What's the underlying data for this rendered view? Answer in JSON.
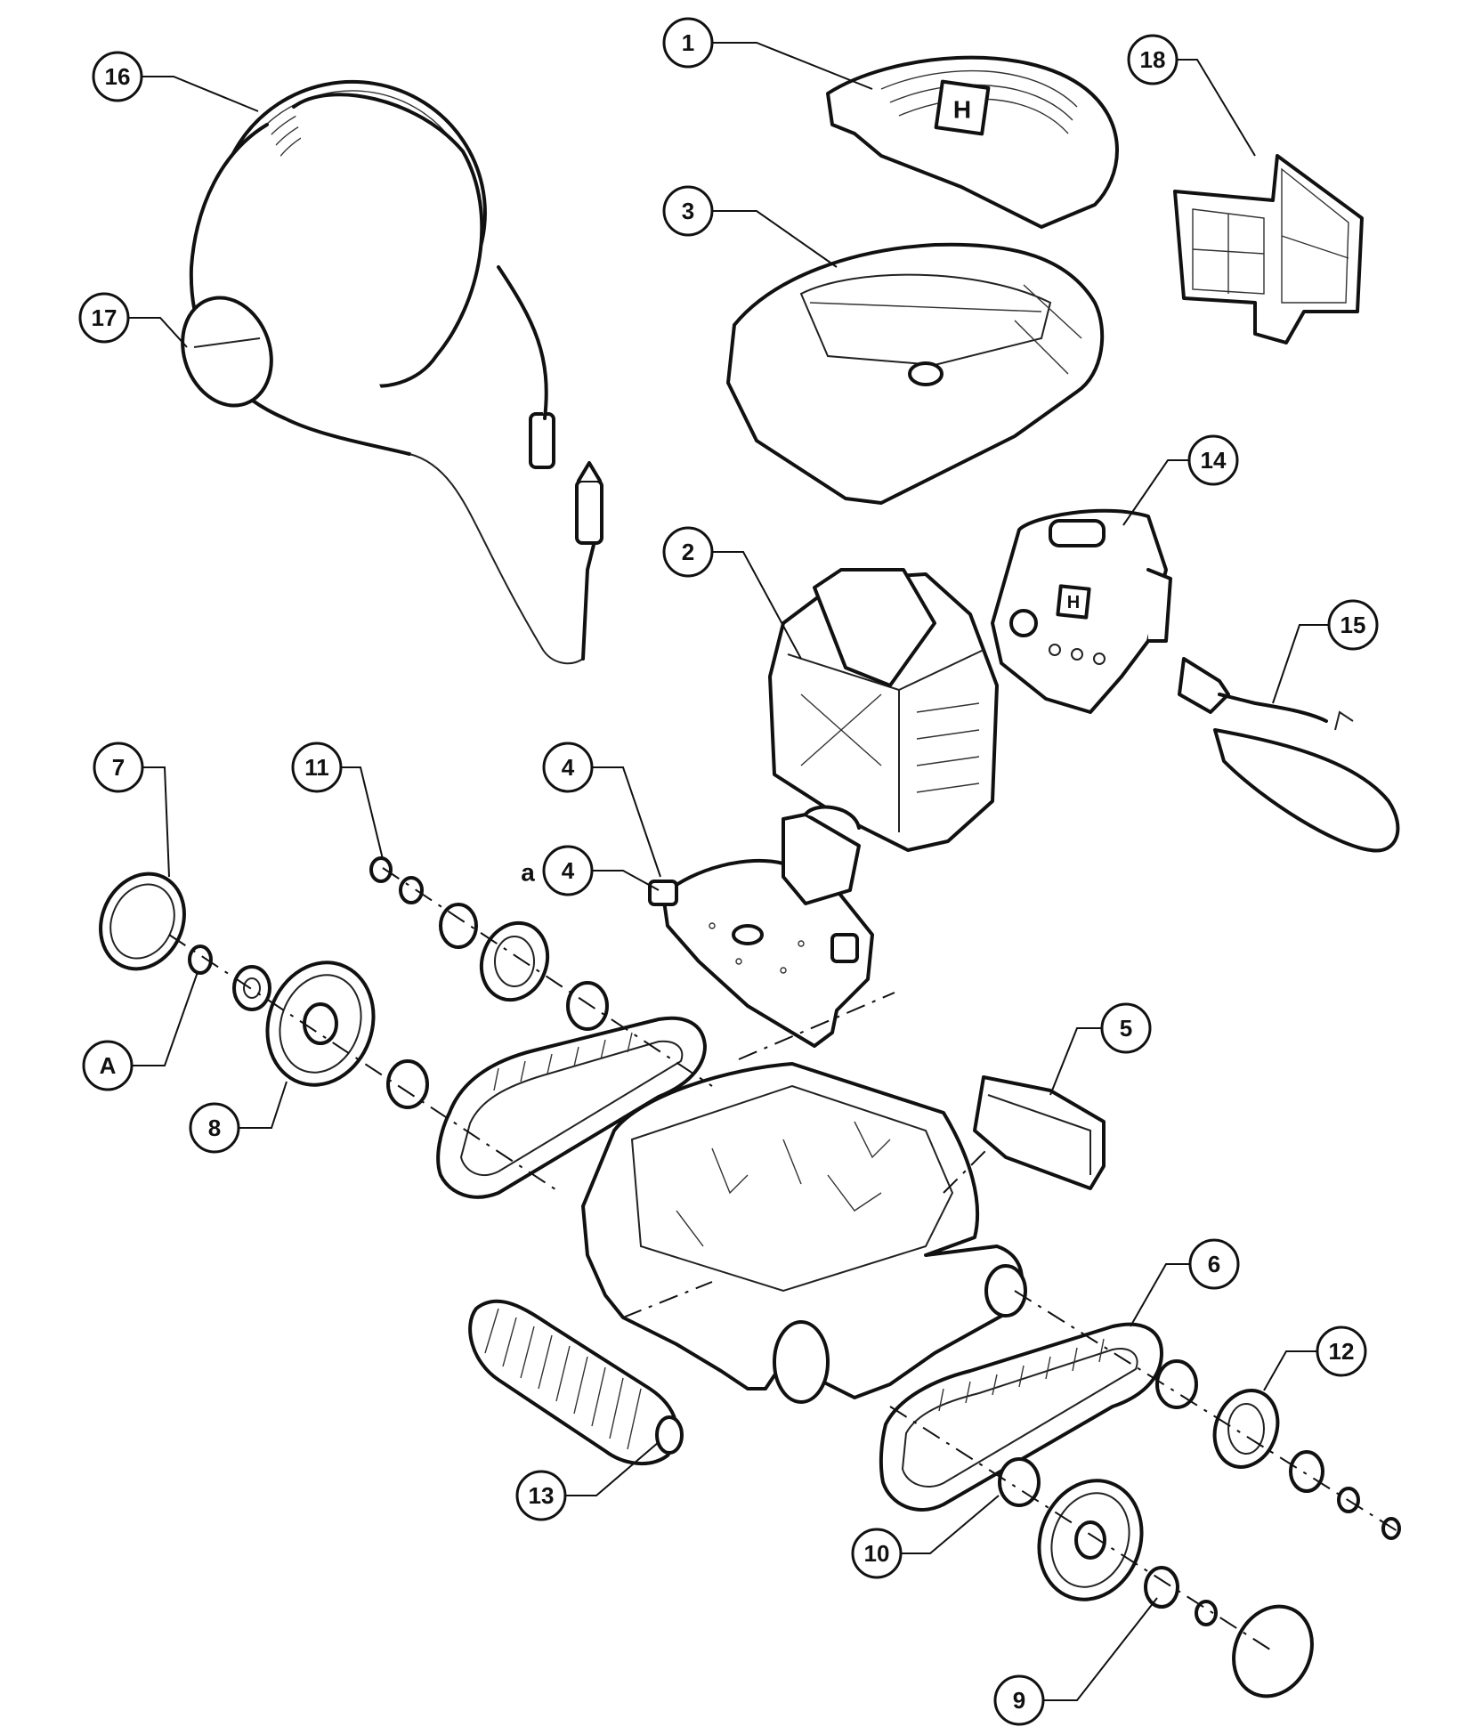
{
  "callouts": {
    "c1": "1",
    "c2": "2",
    "c3": "3",
    "c4_upper": "4",
    "c4_lower": "4",
    "c4_prefix": "a",
    "c5": "5",
    "c6": "6",
    "c7": "7",
    "c8": "8",
    "c9": "9",
    "c10": "10",
    "c11": "11",
    "c12": "12",
    "c13": "13",
    "c14": "14",
    "c15": "15",
    "c16": "16",
    "c17": "17",
    "c18": "18",
    "cA": "A"
  },
  "logo_glyph": "H",
  "colors": {
    "line": "#111111",
    "background": "#ffffff"
  }
}
